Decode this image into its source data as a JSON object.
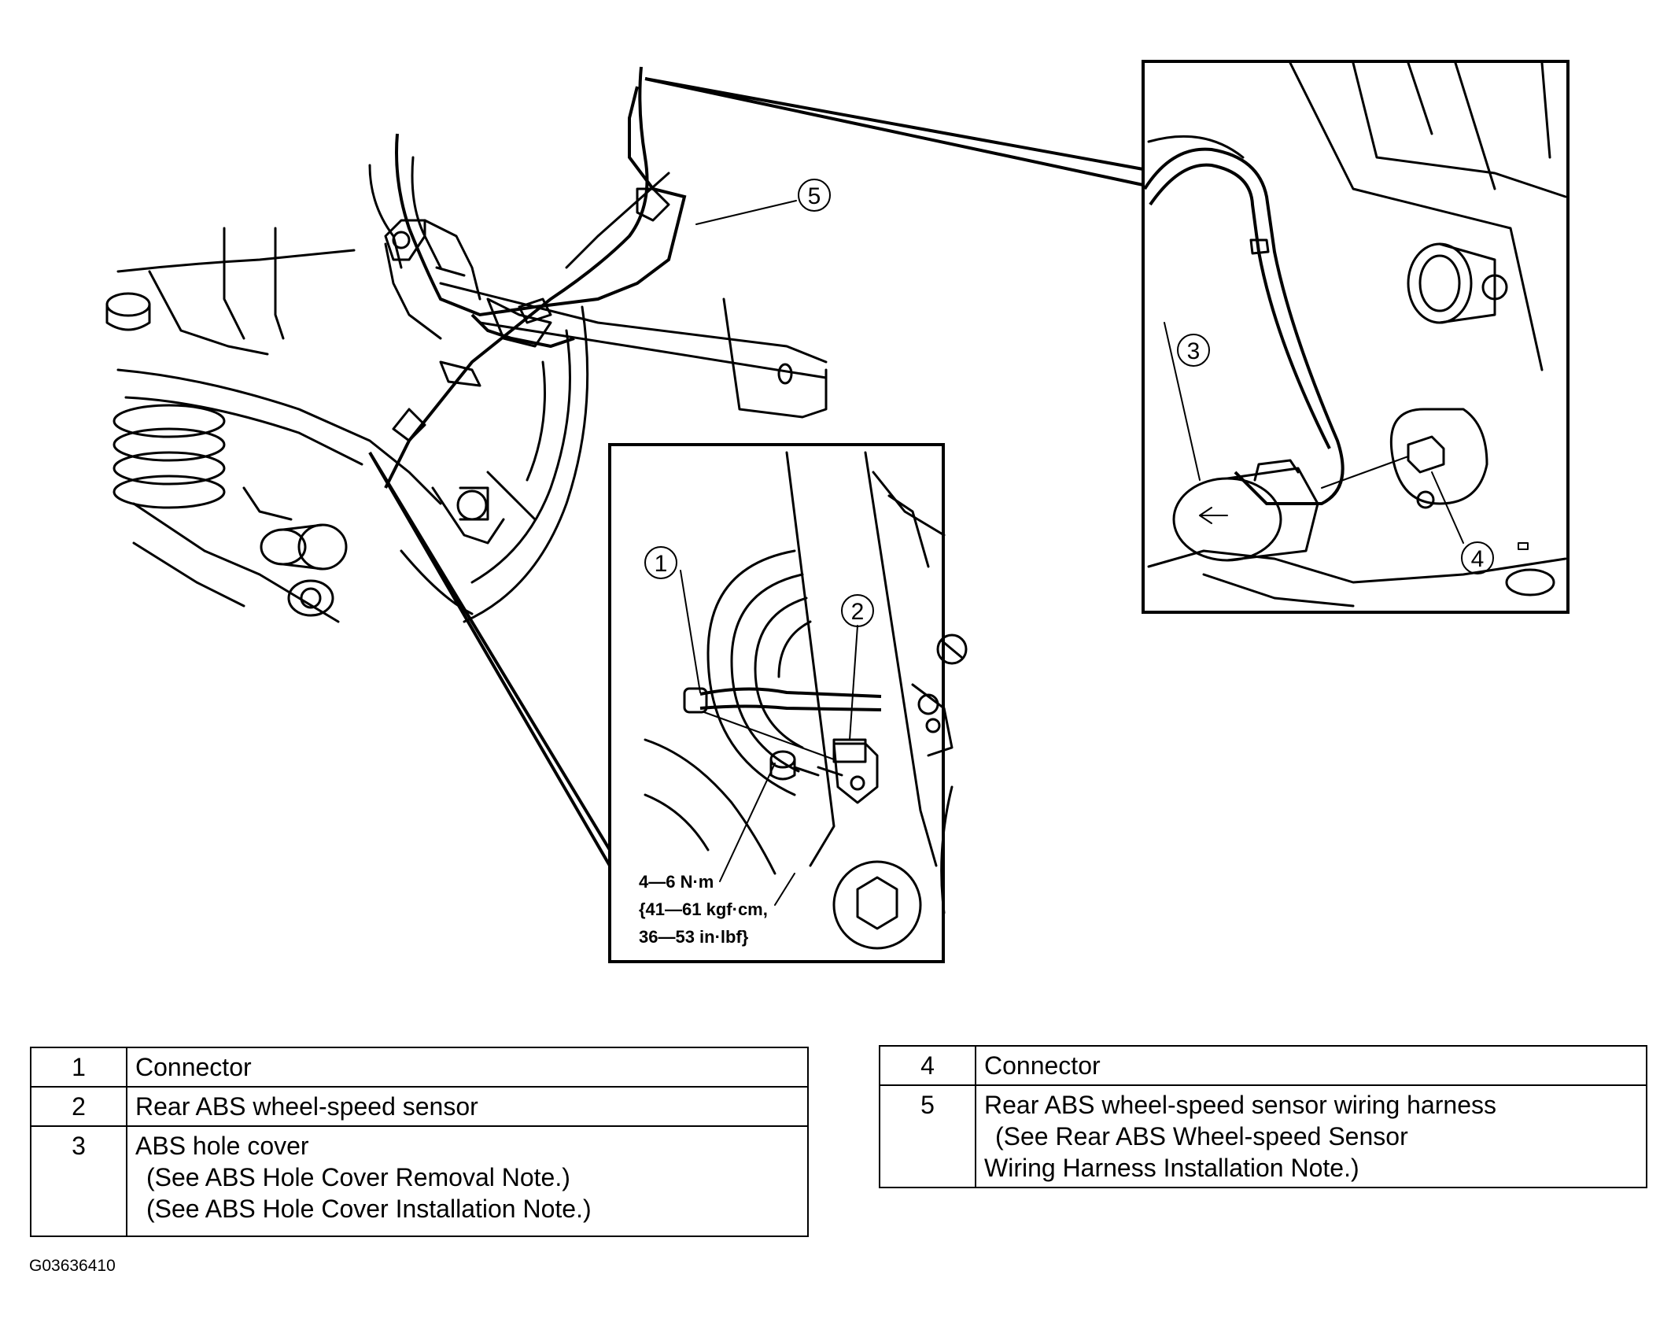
{
  "callouts": [
    {
      "id": "1",
      "label": "1"
    },
    {
      "id": "2",
      "label": "2"
    },
    {
      "id": "3",
      "label": "3"
    },
    {
      "id": "4",
      "label": "4"
    },
    {
      "id": "5",
      "label": "5"
    }
  ],
  "torque": {
    "line1": "4—6 N·m",
    "line2": "{41—61 kgf·cm,",
    "line3": "36—53 in·lbf}"
  },
  "legend_left": [
    {
      "num": "1",
      "text": "Connector",
      "notes": []
    },
    {
      "num": "2",
      "text": "Rear ABS wheel-speed sensor",
      "notes": []
    },
    {
      "num": "3",
      "text": "ABS hole cover",
      "notes": [
        "(See ABS Hole Cover Removal Note.)",
        "(See ABS Hole Cover Installation Note.)"
      ]
    }
  ],
  "legend_right": [
    {
      "num": "4",
      "text": "Connector",
      "notes": []
    },
    {
      "num": "5",
      "text": "Rear ABS wheel-speed sensor wiring harness",
      "notes": [
        "(See Rear ABS Wheel-speed Sensor",
        "Wiring Harness Installation Note.)"
      ]
    }
  ],
  "figure_id": "G03636410"
}
